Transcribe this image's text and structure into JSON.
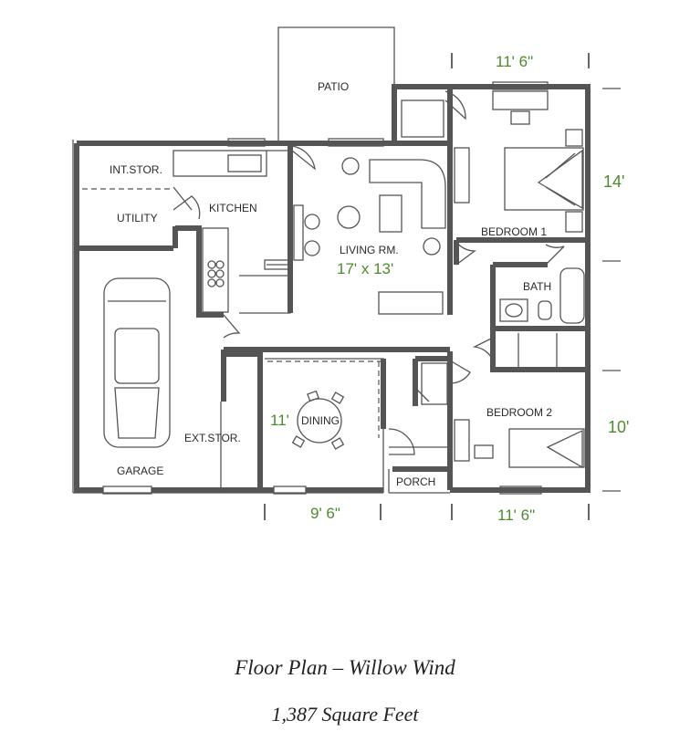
{
  "rooms": {
    "patio": "PATIO",
    "int_stor": "INT.STOR.",
    "utility": "UTILITY",
    "kitchen": "KITCHEN",
    "living": "LIVING RM.",
    "living_size": "17' x 13'",
    "bedroom1": "BEDROOM 1",
    "bath": "BATH",
    "garage": "GARAGE",
    "ext_stor": "EXT.STOR.",
    "dining": "DINING",
    "porch": "PORCH",
    "bedroom2": "BEDROOM 2"
  },
  "dimensions": {
    "bed1_width": "11' 6\"",
    "bed1_depth": "14'",
    "dining_depth": "11'",
    "bed2_depth": "10'",
    "dining_width": "9' 6\"",
    "bed2_width": "11' 6\""
  },
  "caption": {
    "title": "Floor Plan – Willow Wind",
    "area": "1,387 Square Feet"
  },
  "colors": {
    "dimension_text": "#4f8a2f",
    "walls": "#555555"
  }
}
